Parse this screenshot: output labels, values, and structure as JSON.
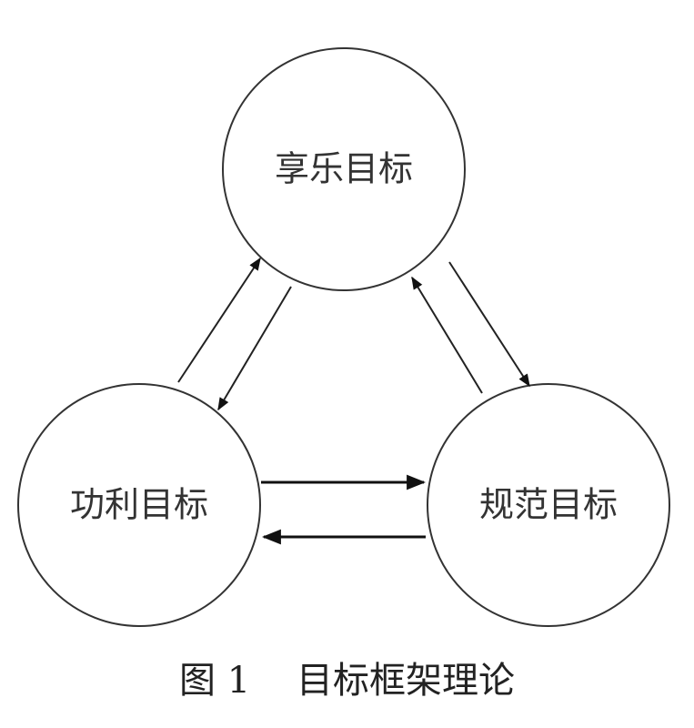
{
  "nodes": {
    "hedonic": "享乐目标",
    "gain": "功利目标",
    "normative": "规范目标"
  },
  "caption": {
    "label": "图 1",
    "title": "目标框架理论"
  },
  "colors": {
    "stroke": "#333333",
    "background": "#ffffff"
  }
}
